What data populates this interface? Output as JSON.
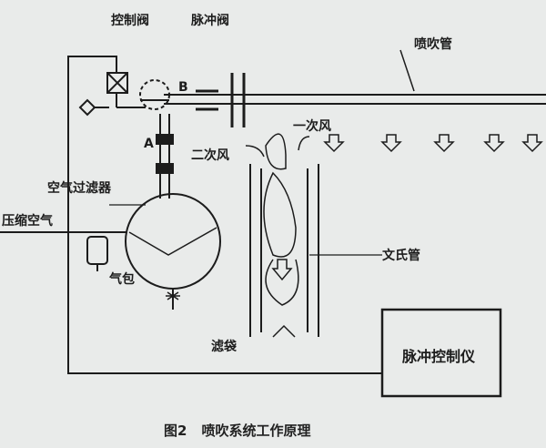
{
  "labels": {
    "control_valve": "控制阀",
    "pulse_valve": "脉冲阀",
    "blow_pipe": "喷吹管",
    "point_a": "A",
    "point_b": "B",
    "primary_air": "一次风",
    "secondary_air": "二次风",
    "air_filter": "空气过滤器",
    "compressed_air": "压缩空气",
    "venturi": "文氏管",
    "air_tank": "气包",
    "filter_bag": "滤袋",
    "pulse_controller": "脉冲控制仪"
  },
  "caption": {
    "figure": "图2",
    "title": "喷吹系统工作原理"
  }
}
